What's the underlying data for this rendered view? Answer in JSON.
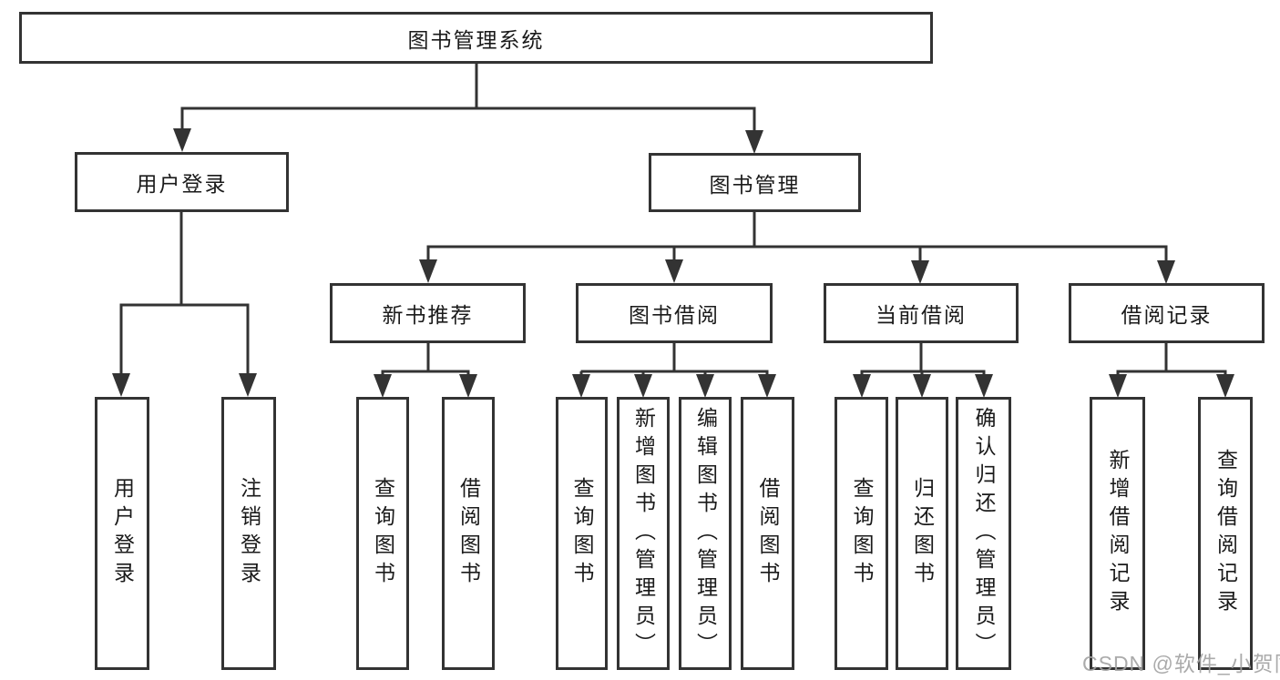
{
  "tree": {
    "label": "图书管理系统",
    "children": [
      {
        "label": "用户登录",
        "children": [
          {
            "label": "用户登录"
          },
          {
            "label": "注销登录"
          }
        ]
      },
      {
        "label": "图书管理",
        "children": [
          {
            "label": "新书推荐",
            "children": [
              {
                "label": "查询图书"
              },
              {
                "label": "借阅图书"
              }
            ]
          },
          {
            "label": "图书借阅",
            "children": [
              {
                "label": "查询图书"
              },
              {
                "label": "新增图书（管理员）"
              },
              {
                "label": "编辑图书（管理员）"
              },
              {
                "label": "借阅图书"
              }
            ]
          },
          {
            "label": "当前借阅",
            "children": [
              {
                "label": "查询图书"
              },
              {
                "label": "归还图书"
              },
              {
                "label": "确认归还（管理员）"
              }
            ]
          },
          {
            "label": "借阅记录",
            "children": [
              {
                "label": "新增借阅记录"
              },
              {
                "label": "查询借阅记录"
              }
            ]
          }
        ]
      }
    ]
  },
  "watermark": {
    "text": "CSDN @软件_小贺同学"
  },
  "colors": {
    "line": "#333333",
    "box_border": "#333333",
    "box_fill": "#ffffff",
    "text": "#1a1a1a",
    "watermark": "#a2a2a2",
    "background": "#ffffff"
  }
}
